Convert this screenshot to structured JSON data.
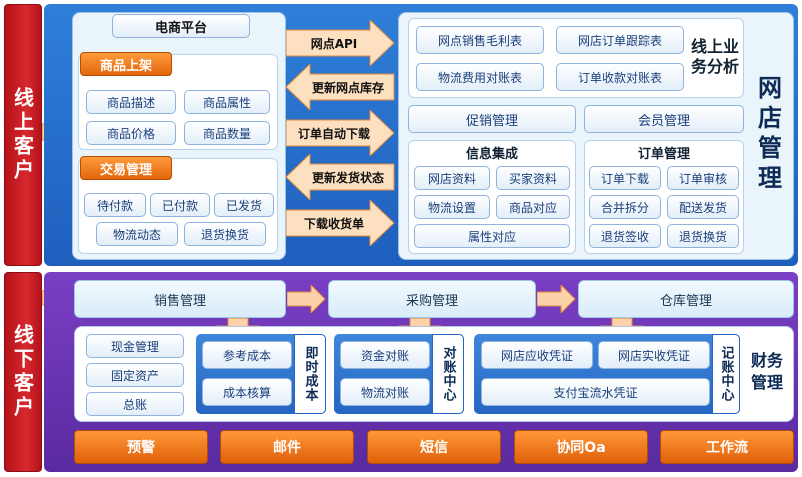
{
  "colors": {
    "red": "#c81e24",
    "blue": "#2a73d0",
    "purple": "#6a35b4",
    "orange": "#f07a1c"
  },
  "sides": {
    "online": "线上客户",
    "offline": "线下客户"
  },
  "top": {
    "platform": "电商平台",
    "product_listing": {
      "title": "商品上架",
      "items": [
        "商品描述",
        "商品属性",
        "商品价格",
        "商品数量"
      ]
    },
    "trade": {
      "title": "交易管理",
      "items": [
        "待付款",
        "已付款",
        "已发货",
        "物流动态",
        "退货换货"
      ]
    },
    "arrows": [
      "网点API",
      "更新网点库存",
      "订单自动下载",
      "更新发货状态",
      "下载收货单"
    ],
    "analysis": {
      "items": [
        "网点销售毛利表",
        "网店订单跟踪表",
        "物流费用对账表",
        "订单收款对账表"
      ],
      "title": "线上业务分析"
    },
    "promo": "促销管理",
    "member": "会员管理",
    "info": {
      "title": "信息集成",
      "items": [
        "网店资料",
        "买家资料",
        "物流设置",
        "商品对应",
        "属性对应"
      ]
    },
    "order": {
      "title": "订单管理",
      "items": [
        "订单下载",
        "订单审核",
        "合并拆分",
        "配送发货",
        "退货签收",
        "退货换货"
      ]
    },
    "shop_mgmt": "网店管理"
  },
  "bottom": {
    "flow": [
      "销售管理",
      "采购管理",
      "仓库管理"
    ],
    "left_list": [
      "现金管理",
      "固定资产",
      "总账"
    ],
    "cost": {
      "items": [
        "参考成本",
        "成本核算"
      ],
      "label": "即时成本"
    },
    "reconcile": {
      "items": [
        "资金对账",
        "物流对账"
      ],
      "label": "对账中心"
    },
    "voucher": {
      "items": [
        "网店应收凭证",
        "网店实收凭证",
        "支付宝流水凭证"
      ],
      "label": "记账中心"
    },
    "finance": "财务管理",
    "tools": [
      "预警",
      "邮件",
      "短信",
      "协同Oa",
      "工作流"
    ]
  }
}
